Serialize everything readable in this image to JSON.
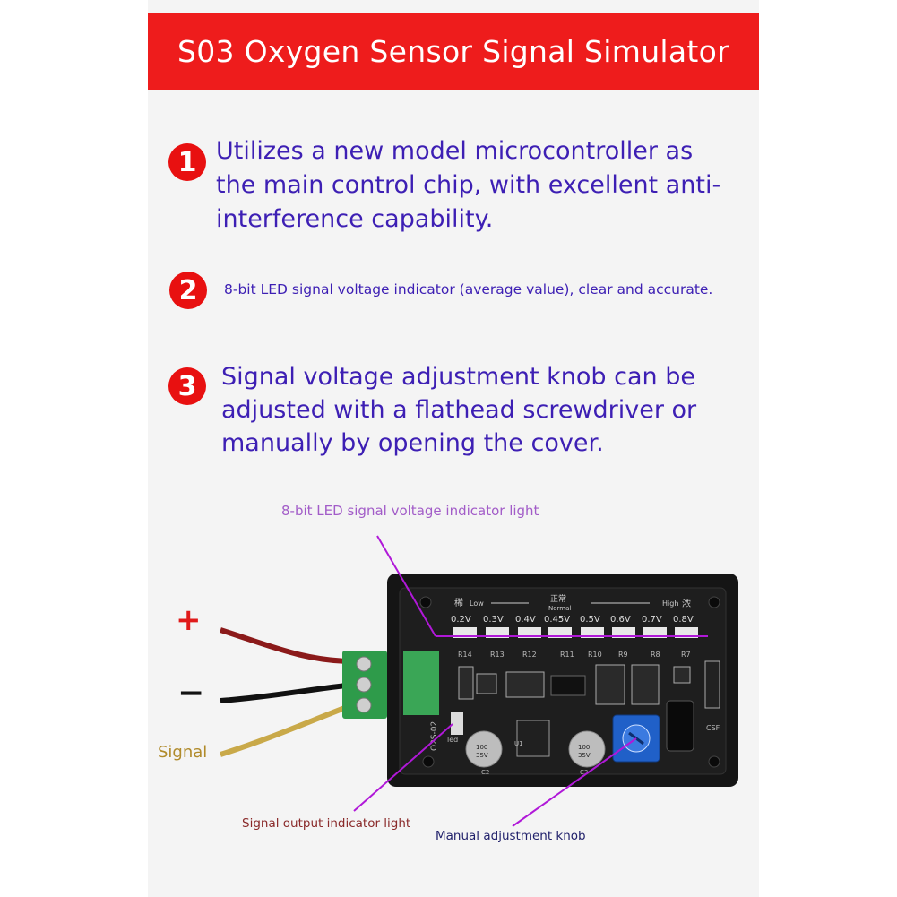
{
  "header": {
    "title": "S03 Oxygen Sensor Signal Simulator"
  },
  "features": [
    {
      "number": "1",
      "text": "Utilizes a new model microcontroller as the main control chip, with excellent anti-interference capability."
    },
    {
      "number": "2",
      "text": "8-bit LED signal voltage indicator (average value), clear and accurate."
    },
    {
      "number": "3",
      "text": "Signal voltage adjustment knob can be adjusted with a flathead screwdriver or manually by opening the cover."
    }
  ],
  "callouts": {
    "led_indicator": "8-bit LED signal voltage indicator light",
    "signal_output": "Signal output indicator light",
    "manual_knob": "Manual adjustment knob"
  },
  "wires": {
    "plus": "+",
    "minus": "−",
    "signal": "Signal"
  },
  "board": {
    "lean_cn": "稀",
    "low": "Low",
    "normal_cn": "正常",
    "normal": "Normal",
    "high": "High",
    "rich_cn": "浓",
    "voltages": [
      "0.2V",
      "0.3V",
      "0.4V",
      "0.45V",
      "0.5V",
      "0.6V",
      "0.7V",
      "0.8V"
    ],
    "resistors": [
      "R14",
      "R13",
      "R12",
      "R11",
      "R10",
      "R9",
      "R8",
      "R7"
    ],
    "model": "O2S-02",
    "led_label": "led",
    "cap_value": "100",
    "cap_voltage": "35V",
    "csf": "CSF",
    "u1": "U1",
    "c2": "C2",
    "c3": "C3"
  },
  "colors": {
    "header_bg": "#ee1c1c",
    "feature_text": "#3d1fb4",
    "badge": "#e81010",
    "callout_line": "#b018d8",
    "signal_label": "#b08a2a"
  }
}
